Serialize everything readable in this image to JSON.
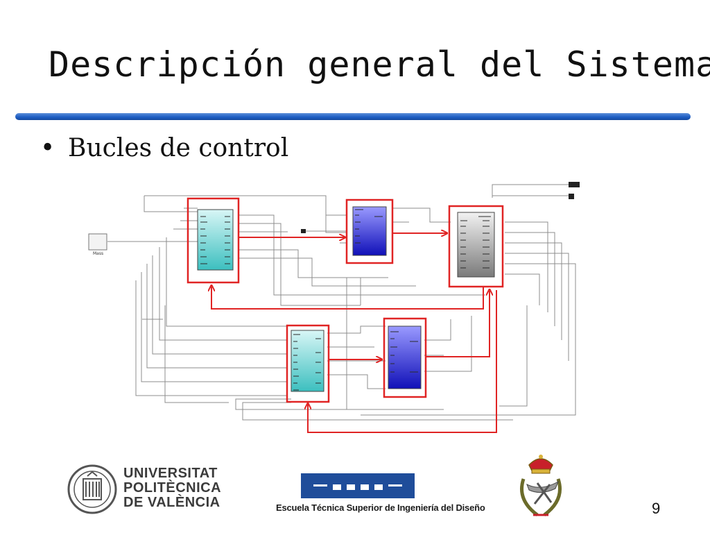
{
  "slide": {
    "title": "Descripción general del Sistema",
    "bullet": "Bucles de control",
    "page_number": "9"
  },
  "diagram": {
    "source_block_label": "Mass",
    "block_colors": {
      "cyan": "#5fc9c9",
      "blue": "#2b2bd6",
      "gray": "#8a8a8a"
    },
    "highlight_color": "#e02424"
  },
  "logos": {
    "upv": {
      "line1": "UNIVERSITAT",
      "line2": "POLITÈCNICA",
      "line3": "DE VALÈNCIA"
    },
    "etsid": {
      "text": "Escuela Técnica Superior de Ingeniería del Diseño"
    },
    "crest_icon": "military-crest-icon"
  }
}
